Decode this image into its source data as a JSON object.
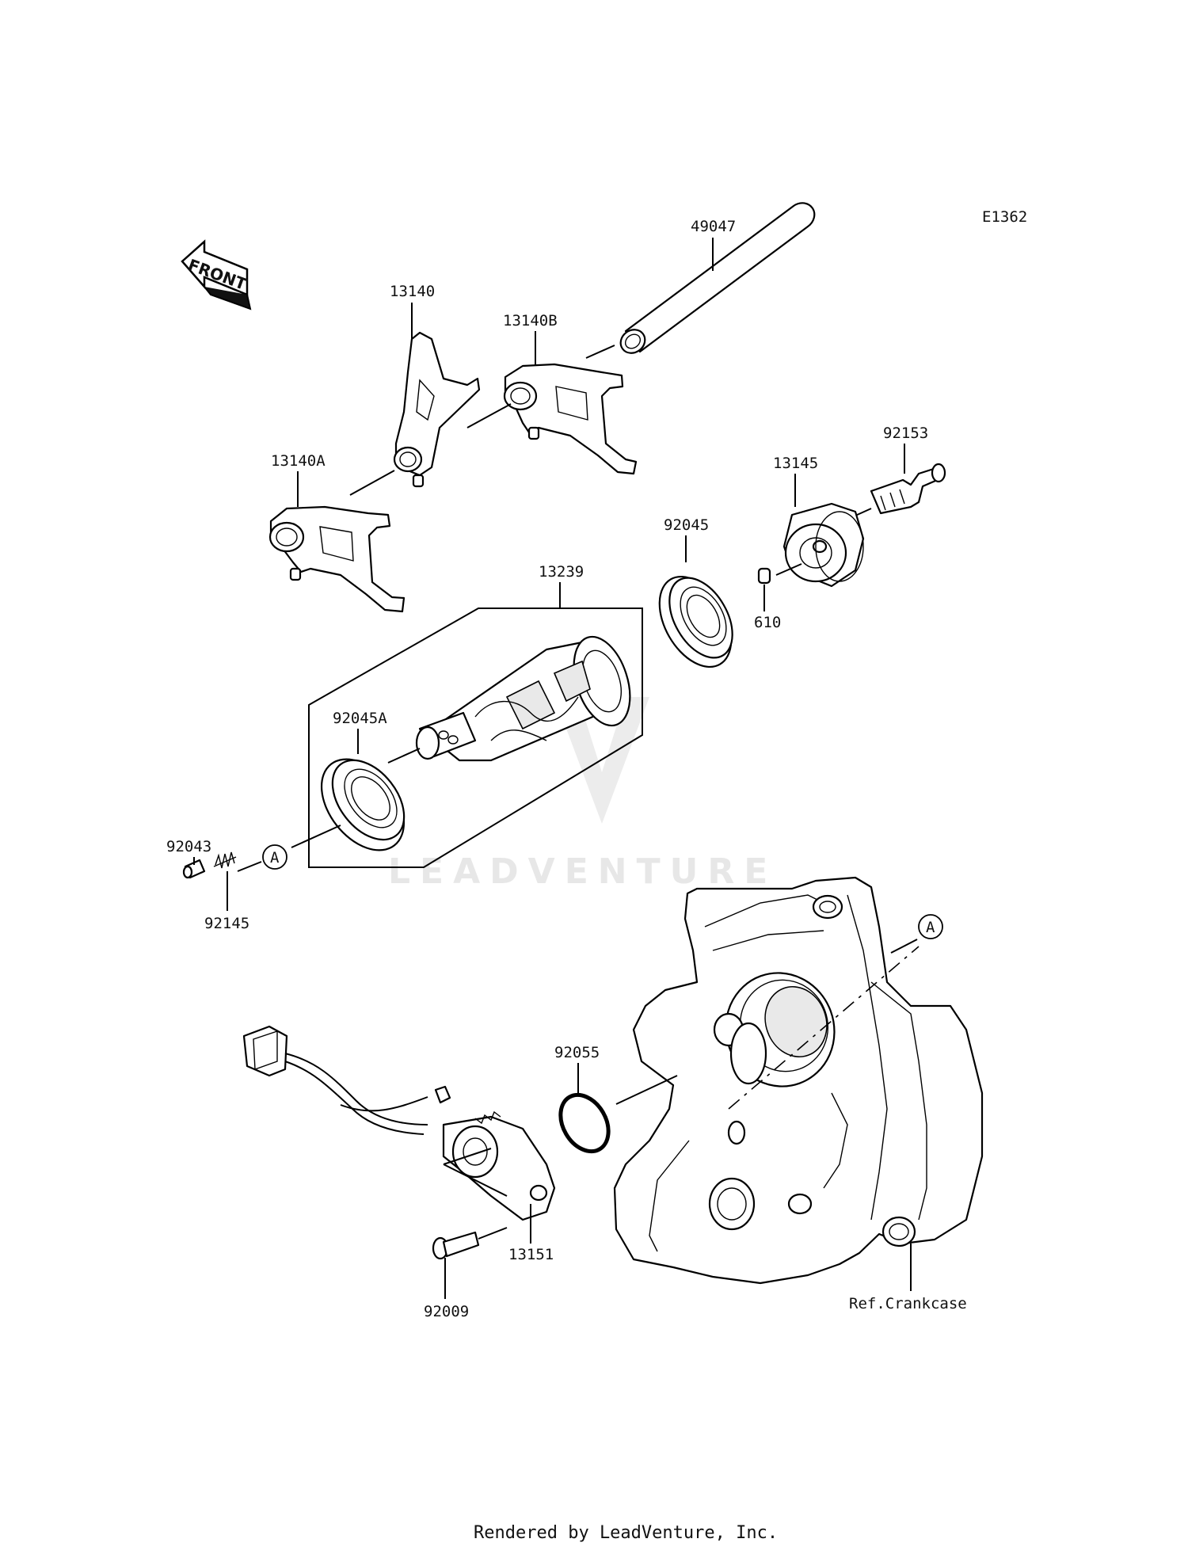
{
  "diagram_code": "E1362",
  "front_label": "FRONT",
  "parts": {
    "p49047": "49047",
    "p13140": "13140",
    "p13140B": "13140B",
    "p13140A": "13140A",
    "p92153": "92153",
    "p13145": "13145",
    "p92045": "92045",
    "p610": "610",
    "p13239": "13239",
    "p92045A": "92045A",
    "p92043": "92043",
    "p92145": "92145",
    "p92055": "92055",
    "p13151": "13151",
    "p92009": "92009",
    "ref_crankcase": "Ref.Crankcase"
  },
  "callout_a": "A",
  "watermark": "LEADVENTURE",
  "footer": "Rendered by LeadVenture, Inc."
}
